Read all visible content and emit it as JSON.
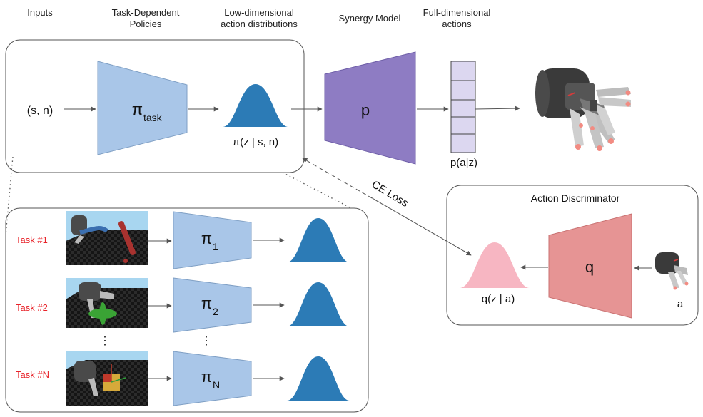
{
  "headers": {
    "inputs": "Inputs",
    "policies_line1": "Task-Dependent",
    "policies_line2": "Policies",
    "lowdim_line1": "Low-dimensional",
    "lowdim_line2": "action distributions",
    "synergy": "Synergy Model",
    "fulldim_line1": "Full-dimensional",
    "fulldim_line2": "actions"
  },
  "main": {
    "input_label": "(s, n)",
    "policy_symbol": "π",
    "policy_subscript": "task",
    "dist_label": "π(z | s, n)",
    "synergy_label": "p",
    "action_vector_label": "p(a|z)"
  },
  "loss": {
    "label": "CE Loss"
  },
  "discriminator": {
    "title": "Action Discriminator",
    "model_label": "q",
    "dist_label": "q(z | a)",
    "input_label": "a"
  },
  "tasks": [
    {
      "label": "Task #1",
      "policy_symbol": "π",
      "policy_subscript": "1"
    },
    {
      "label": "Task #2",
      "policy_symbol": "π",
      "policy_subscript": "2"
    },
    {
      "label": "Task #N",
      "policy_symbol": "π",
      "policy_subscript": "N"
    }
  ],
  "ellipsis": "⋮",
  "colors": {
    "policy_fill": "#a9c6e8",
    "synergy_fill": "#8e7cc3",
    "discriminator_fill": "#e69494",
    "gaussian_blue": "#2c7bb6",
    "gaussian_pink": "#f7b6c2",
    "vector_cell": "#dcd7f0",
    "task_text": "#e8232a",
    "scene_sky": "#a8d6f0"
  }
}
